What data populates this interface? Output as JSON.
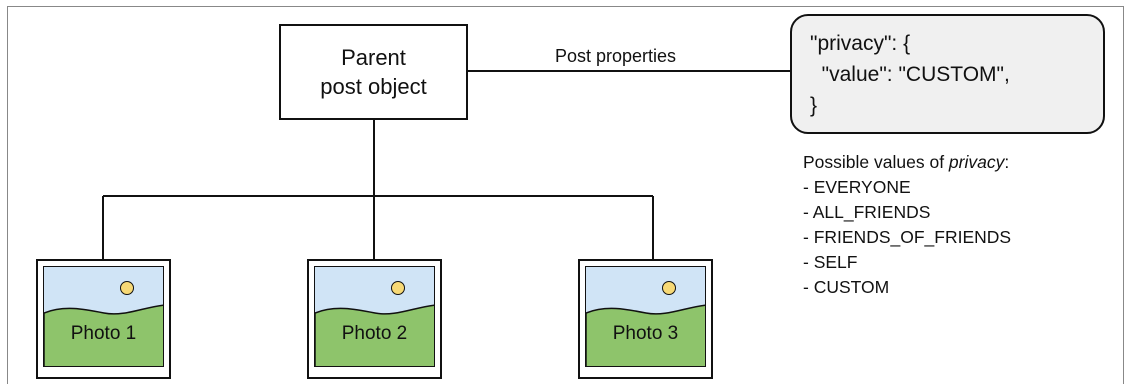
{
  "parent": {
    "line1": "Parent",
    "line2": "post object"
  },
  "edge_label": "Post properties",
  "code": {
    "line1": "\"privacy\": {",
    "line2": "  \"value\": \"CUSTOM\",",
    "line3": "}"
  },
  "values": {
    "heading_prefix": "Possible values of ",
    "heading_em": "privacy",
    "heading_suffix": ":",
    "items": [
      "- EVERYONE",
      "- ALL_FRIENDS",
      "- FRIENDS_OF_FRIENDS",
      "- SELF",
      "- CUSTOM"
    ]
  },
  "photos": [
    {
      "label": "Photo 1"
    },
    {
      "label": "Photo 2"
    },
    {
      "label": "Photo 3"
    }
  ],
  "colors": {
    "sky": "#d0e4f6",
    "grass": "#8ec46b",
    "sun": "#f7d976",
    "code_bg": "#f0f0f0"
  }
}
